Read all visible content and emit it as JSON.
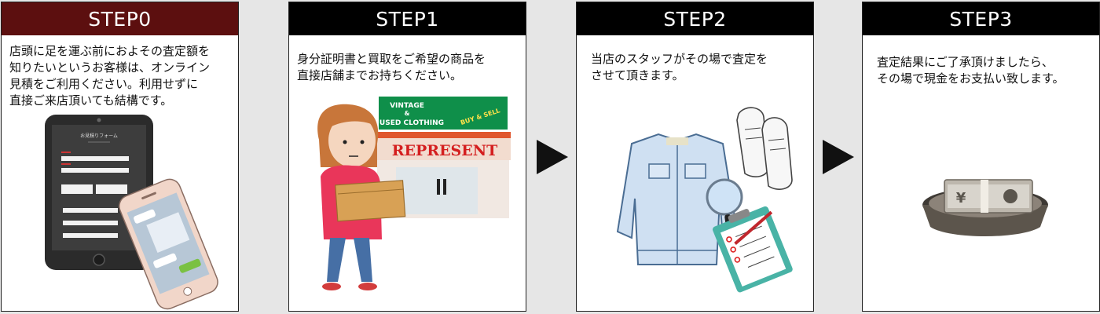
{
  "steps": [
    {
      "title": "STEP0",
      "header_color": "#5c0f0f",
      "lines": [
        "店頭に足を運ぶ前におよその査定額を",
        "知りたいというお客様は、オンライン",
        "見積をご利用ください。利用せずに",
        "直接ご来店頂いても結構です。"
      ],
      "form_title": "お見積りフォーム"
    },
    {
      "title": "STEP1",
      "header_color": "#000000",
      "lines": [
        "身分証明書と買取をご希望の商品を",
        "直接店舗までお持ちください。"
      ],
      "store_sign_top": [
        "VINTAGE",
        "&",
        "USED CLOTHING"
      ],
      "store_sign_badge": "BUY & SELL",
      "store_name": "REPRESENT"
    },
    {
      "title": "STEP2",
      "header_color": "#000000",
      "lines": [
        "当店のスタッフがその場で査定を",
        "させて頂きます。"
      ]
    },
    {
      "title": "STEP3",
      "header_color": "#000000",
      "lines": [
        "査定結果にご了承頂けましたら、",
        "その場で現金をお支払い致します。"
      ],
      "money_symbol": "¥"
    }
  ]
}
